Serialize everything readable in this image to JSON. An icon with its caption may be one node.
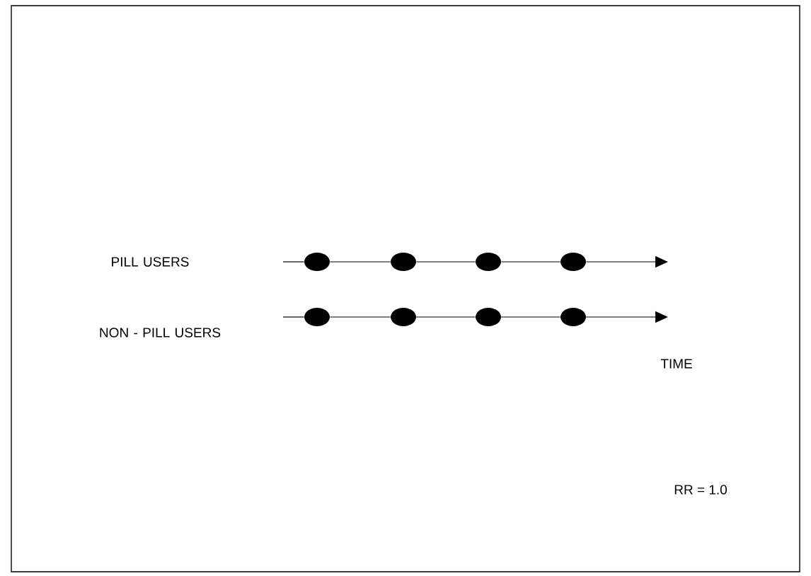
{
  "diagram": {
    "nodes": [
      {
        "text": [
          "PILL USERS"
        ]
      },
      {
        "text": [],
        "shape": "circle"
      },
      {
        "text": [],
        "shape": "circle"
      },
      {
        "text": [],
        "shape": "circle"
      },
      {
        "text": [],
        "shape": "circle"
      },
      {
        "text": [
          "NON - PILL USERS"
        ]
      },
      {
        "text": [],
        "shape": "circle"
      },
      {
        "text": [],
        "shape": "circle"
      },
      {
        "text": [],
        "shape": "circle"
      },
      {
        "text": [],
        "shape": "circle"
      }
    ],
    "edges": [
      {
        "from": null,
        "to": 1,
        "arrow": "none"
      },
      {
        "from": 1,
        "to": 2,
        "arrow": "none"
      },
      {
        "from": 2,
        "to": 3,
        "arrow": "none"
      },
      {
        "from": 3,
        "to": 4,
        "arrow": "none"
      },
      {
        "from": 4,
        "to": null,
        "arrow": "to"
      },
      {
        "from": null,
        "to": 6,
        "arrow": "none"
      },
      {
        "from": 6,
        "to": 7,
        "arrow": "none"
      },
      {
        "from": 7,
        "to": 8,
        "arrow": "none"
      },
      {
        "from": 8,
        "to": 9,
        "arrow": "none"
      },
      {
        "from": 9,
        "to": null,
        "arrow": "to"
      }
    ],
    "labels": [
      "TIME",
      "RR = 1.0"
    ]
  }
}
